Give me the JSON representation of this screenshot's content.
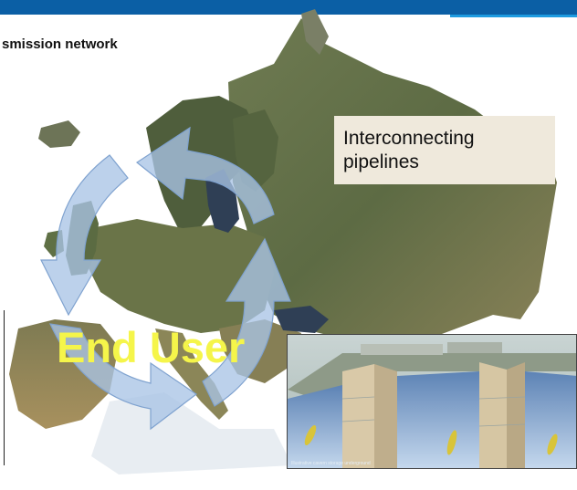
{
  "slide": {
    "title": "smission network",
    "callout_line1": "Interconnecting",
    "callout_line2": "pipelines",
    "center_label": "End User",
    "inset_caption": "Illustrative cavern storage underground"
  },
  "colors": {
    "header_blue": "#0b5fa5",
    "accent_blue": "#1e9be0",
    "arrow_fill": "#a9c4e6",
    "label_yellow": "#f5f54a",
    "callout_bg": "#efe9dc"
  },
  "icons": [
    "cycle-arrows-icon"
  ]
}
